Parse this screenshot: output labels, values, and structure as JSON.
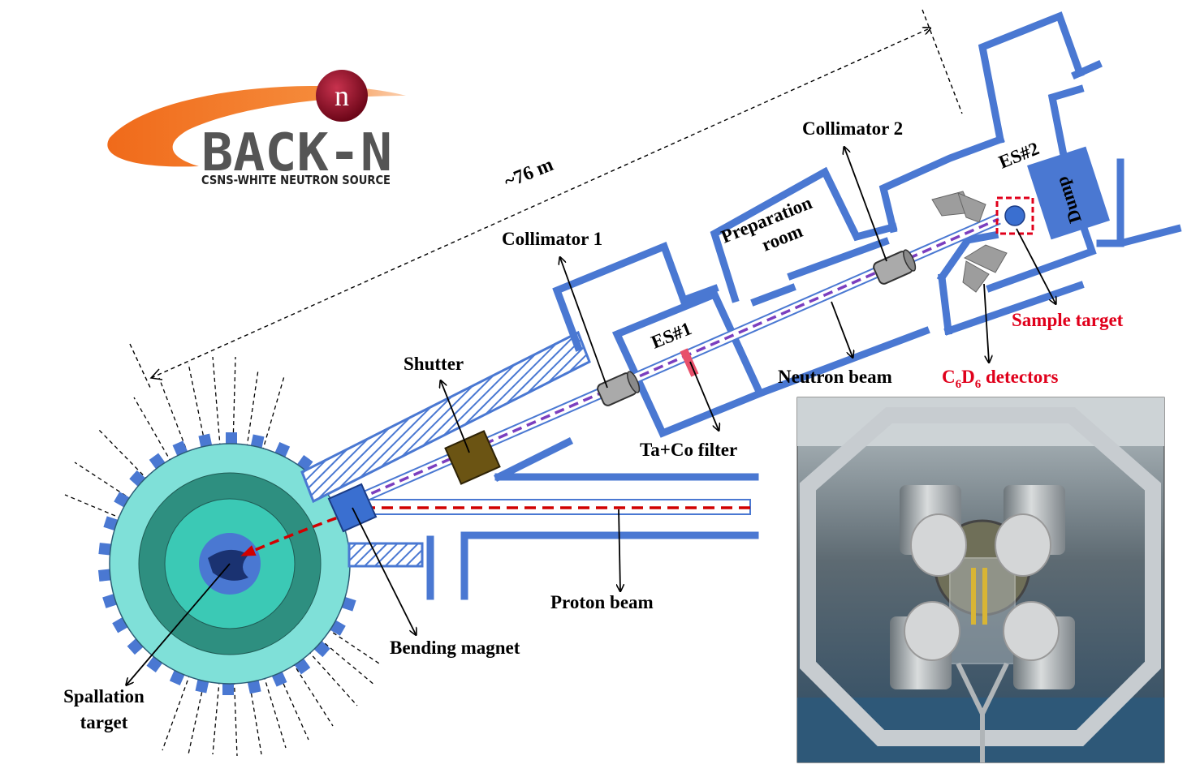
{
  "logo": {
    "letter": "n",
    "name": "BACK-N",
    "subtitle": "CSNS-WHITE NEUTRON SOURCE"
  },
  "labels": {
    "distance": "~76 m",
    "collimator1": "Collimator 1",
    "collimator2": "Collimator 2",
    "shutter": "Shutter",
    "es1": "ES#1",
    "es2": "ES#2",
    "preparation_line1": "Preparation",
    "preparation_line2": "room",
    "dump": "Dump",
    "sample_target": "Sample target",
    "detectors_prefix": "C",
    "detectors_sub1": "6",
    "detectors_mid": "D",
    "detectors_sub2": "6",
    "detectors_suffix": " detectors",
    "neutron_beam": "Neutron beam",
    "ta_co_filter": "Ta+Co filter",
    "proton_beam": "Proton beam",
    "bending_magnet": "Bending magnet",
    "spallation_line1": "Spallation",
    "spallation_line2": "target"
  },
  "colors": {
    "wall": "#4a78d2",
    "neutron_beam_line": "#7b3fbf",
    "proton_beam_line": "#d10000",
    "highlight": "#e0001b",
    "target_ring_outer": "#7fe0d8",
    "target_ring_mid": "#2e8f80",
    "target_ring_inner": "#3bc9b5",
    "shutter": "#6b5413",
    "logo_swoosh": "#f06a1a",
    "logo_ball": "#8c0d25"
  }
}
